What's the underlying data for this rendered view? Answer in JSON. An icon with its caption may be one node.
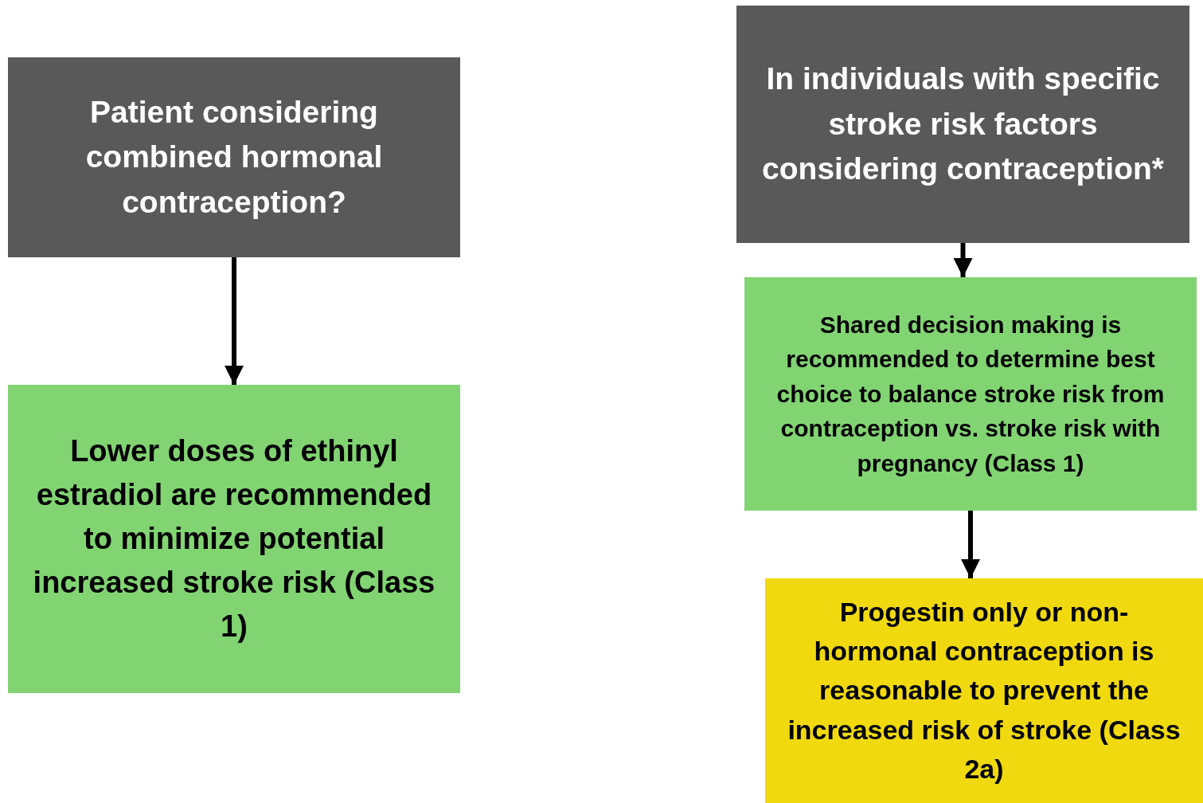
{
  "diagram": {
    "nodes": [
      {
        "text": [
          "Patient considering combined hormonal contraception?"
        ]
      },
      {
        "text": [
          "Lower doses of ethinyl estradiol are recommended to minimize potential increased stroke risk (Class 1)"
        ]
      },
      {
        "text": [
          "In individuals with specific stroke risk factors considering contraception*"
        ]
      },
      {
        "text": [
          "Shared decision making is recommended to determine best choice to balance stroke risk from contraception vs. stroke risk with pregnancy (Class 1)"
        ]
      },
      {
        "text": [
          "Progestin only or non-hormonal contraception is reasonable to prevent the increased risk of stroke (Class 2a)"
        ]
      }
    ],
    "edges": [
      {
        "from": 0,
        "to": 1,
        "arrow": "to"
      },
      {
        "from": 2,
        "to": 3,
        "arrow": "to"
      },
      {
        "from": 3,
        "to": 4,
        "arrow": "to"
      }
    ]
  }
}
